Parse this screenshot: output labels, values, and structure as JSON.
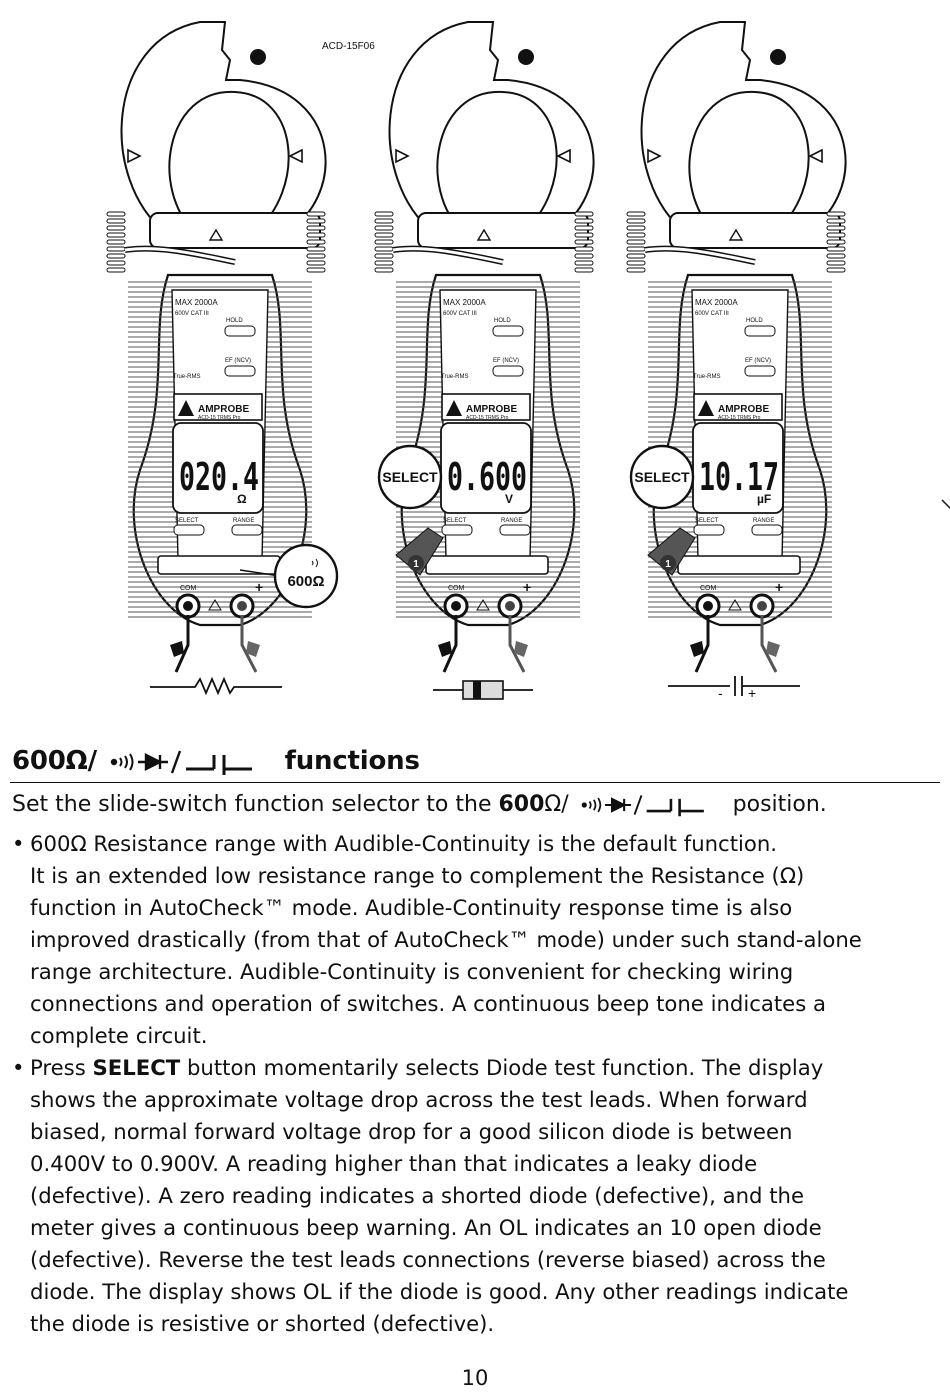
{
  "figure": {
    "code": "ACD-15F06",
    "meters": [
      {
        "brand": "AMPROBE",
        "model": "ACD-15 TRMS Pro",
        "max_label": "MAX 2000A",
        "cat_label": "600V CAT III",
        "hold_label": "HOLD",
        "ef_label": "EF (NCV)",
        "trms_label": "True-RMS",
        "select_label": "SELECT",
        "range_label": "RANGE",
        "com_label": "COM",
        "plus_label": "+",
        "reading": "020.4",
        "unit": "Ω",
        "callout": "600Ω",
        "load": "resistor"
      },
      {
        "brand": "AMPROBE",
        "model": "ACD-15 TRMS Pro",
        "max_label": "MAX 2000A",
        "cat_label": "600V CAT III",
        "hold_label": "HOLD",
        "ef_label": "EF (NCV)",
        "trms_label": "True-RMS",
        "select_label": "SELECT",
        "range_label": "RANGE",
        "com_label": "COM",
        "plus_label": "+",
        "reading": "0.600",
        "unit": "V",
        "callout": "SELECT",
        "step": "1",
        "load": "diode"
      },
      {
        "brand": "AMPROBE",
        "model": "ACD-15 TRMS Pro",
        "max_label": "MAX 2000A",
        "cat_label": "600V CAT III",
        "hold_label": "HOLD",
        "ef_label": "EF (NCV)",
        "trms_label": "True-RMS",
        "select_label": "SELECT",
        "range_label": "RANGE",
        "com_label": "COM",
        "plus_label": "+",
        "reading": "10.17",
        "unit": "µF",
        "callout": "SELECT",
        "step": "1",
        "load": "capacitor"
      }
    ]
  },
  "section": {
    "heading_prefix": "600Ω/",
    "heading_suffix": "functions",
    "intro_before": "Set the slide-switch function selector to the ",
    "intro_bold": "600",
    "intro_omega": "Ω/",
    "intro_after": " position."
  },
  "bullets": [
    {
      "lines": [
        "600Ω Resistance range with Audible-Continuity is the default function.",
        "It is an extended low resistance range to complement the Resistance (Ω)",
        "function in AutoCheck™ mode. Audible-Continuity response time is also",
        "improved drastically (from that of AutoCheck™ mode) under such stand-alone",
        "range architecture. Audible-Continuity is convenient for checking wiring",
        "connections and operation of switches. A continuous beep tone indicates a",
        "complete circuit."
      ]
    },
    {
      "first_before": "Press ",
      "first_bold": "SELECT",
      "first_after": " button momentarily selects Diode test function. The display",
      "lines": [
        "shows the approximate voltage drop across the test leads. When forward",
        "biased, normal forward voltage drop for a good silicon diode is between",
        "0.400V to 0.900V. A reading higher than that indicates a leaky diode",
        "(defective). A zero reading indicates a shorted diode (defective), and the",
        "meter gives a continuous beep warning. An OL indicates an 10 open diode",
        "(defective). Reverse the test leads connections (reverse biased) across the",
        "diode. The display shows OL if the diode is good. Any other readings indicate",
        "the diode is resistive or shorted (defective)."
      ]
    }
  ],
  "page_number": "10"
}
